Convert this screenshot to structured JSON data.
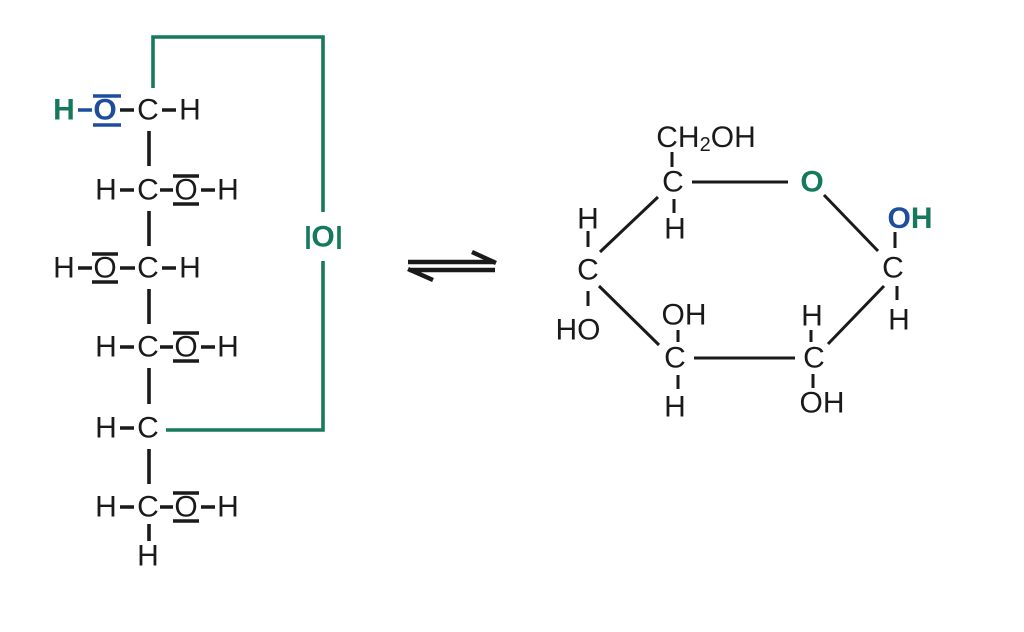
{
  "colors": {
    "ink": "#1a1a1a",
    "green": "#17795b",
    "blue": "#1e4d9f",
    "background": "#ffffff"
  },
  "open_chain": {
    "c1": {
      "h_terminal": "H",
      "o": "O",
      "c": "C",
      "h": "H"
    },
    "c2": {
      "h": "H",
      "c": "C",
      "o": "O",
      "h2": "H"
    },
    "c3": {
      "h": "H",
      "o": "O",
      "c": "C",
      "h2": "H"
    },
    "c4": {
      "h": "H",
      "c": "C",
      "o": "O",
      "h2": "H"
    },
    "c5": {
      "h": "H",
      "c": "C"
    },
    "c6": {
      "h": "H",
      "c": "C",
      "o": "O",
      "h2": "H",
      "h_bottom": "H"
    },
    "bridge_oxygen": "O"
  },
  "ring": {
    "ch2oh": {
      "pre": "CH",
      "sub": "2",
      "post": "OH"
    },
    "c5": "C",
    "c5_h": "H",
    "ring_oxygen": "O",
    "c1": "C",
    "c1_oh": {
      "o": "O",
      "h": "H"
    },
    "c1_h": "H",
    "c2": "C",
    "c2_h": "H",
    "c2_oh": "OH",
    "c3": "C",
    "c3_oh": "OH",
    "c3_h": "H",
    "c4": "C",
    "c4_h": "H",
    "c4_ho": "HO"
  }
}
